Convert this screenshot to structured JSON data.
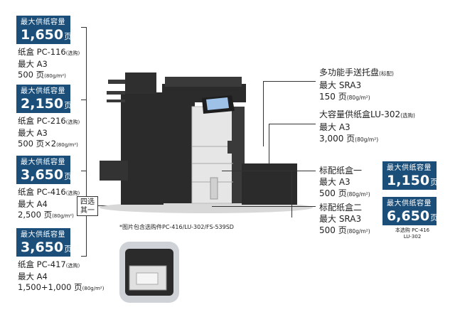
{
  "left_options": [
    {
      "badge_title": "最大供纸容量",
      "capacity_value": "1,650",
      "capacity_unit": "页",
      "line1": "纸盒 PC-116",
      "line1_note": "(选购)",
      "line2": "最大 A3",
      "line3": "500 页",
      "line3_note": "(80g/m²)"
    },
    {
      "badge_title": "最大供纸容量",
      "capacity_value": "2,150",
      "capacity_unit": "页",
      "line1": "纸盒 PC-216",
      "line1_note": "(选购)",
      "line2": "最大 A3",
      "line3": "500 页×2",
      "line3_note": "(80g/m²)"
    },
    {
      "badge_title": "最大供纸容量",
      "capacity_value": "3,650",
      "capacity_unit": "页",
      "line1": "纸盒 PC-416",
      "line1_note": "(选购)",
      "line2": "最大 A4",
      "line3": "2,500 页",
      "line3_note": "(80g/m²)"
    },
    {
      "badge_title": "最大供纸容量",
      "capacity_value": "3,650",
      "capacity_unit": "页",
      "line1": "纸盒 PC-417",
      "line1_note": "(选购)",
      "line2": "最大 A4",
      "line3": "1,500+1,000 页",
      "line3_note": "(80g/m²)"
    }
  ],
  "choose_one_label_line1": "四选",
  "choose_one_label_line2": "其一",
  "right_specs": [
    {
      "line1": "多功能手送托盘",
      "line1_note": "(标配)",
      "line2": "最大 SRA3",
      "line3": "150 页",
      "line3_note": "(80g/m²)"
    },
    {
      "line1": "大容量供纸盒LU-302",
      "line1_note": "(选购)",
      "line2": "最大 A3",
      "line3": "3,000 页",
      "line3_note": "(80g/m²)"
    },
    {
      "line1": "标配纸盒一",
      "line1_note": "",
      "line2": "最大 A3",
      "line3": "500 页",
      "line3_note": "(80g/m²)"
    },
    {
      "line1": "标配纸盒二",
      "line1_note": "",
      "line2": "最大 SRA3",
      "line3": "500 页",
      "line3_note": "(80g/m²)"
    }
  ],
  "right_badges": [
    {
      "badge_title": "最大供纸容量",
      "capacity_value": "1,150",
      "capacity_unit": "页"
    },
    {
      "badge_title": "最大供纸容量",
      "capacity_value": "6,650",
      "capacity_unit": "页"
    }
  ],
  "right_badge_note_line1": "本选购 PC-416",
  "right_badge_note_line2": "LU-302",
  "footnote": "*图片包含选购件PC-416/LU-302/FS-539SD",
  "colors": {
    "badge_bg": "#1b4f7a",
    "machine_body": "#2b2b2b",
    "machine_panel": "#e6e6e6"
  }
}
